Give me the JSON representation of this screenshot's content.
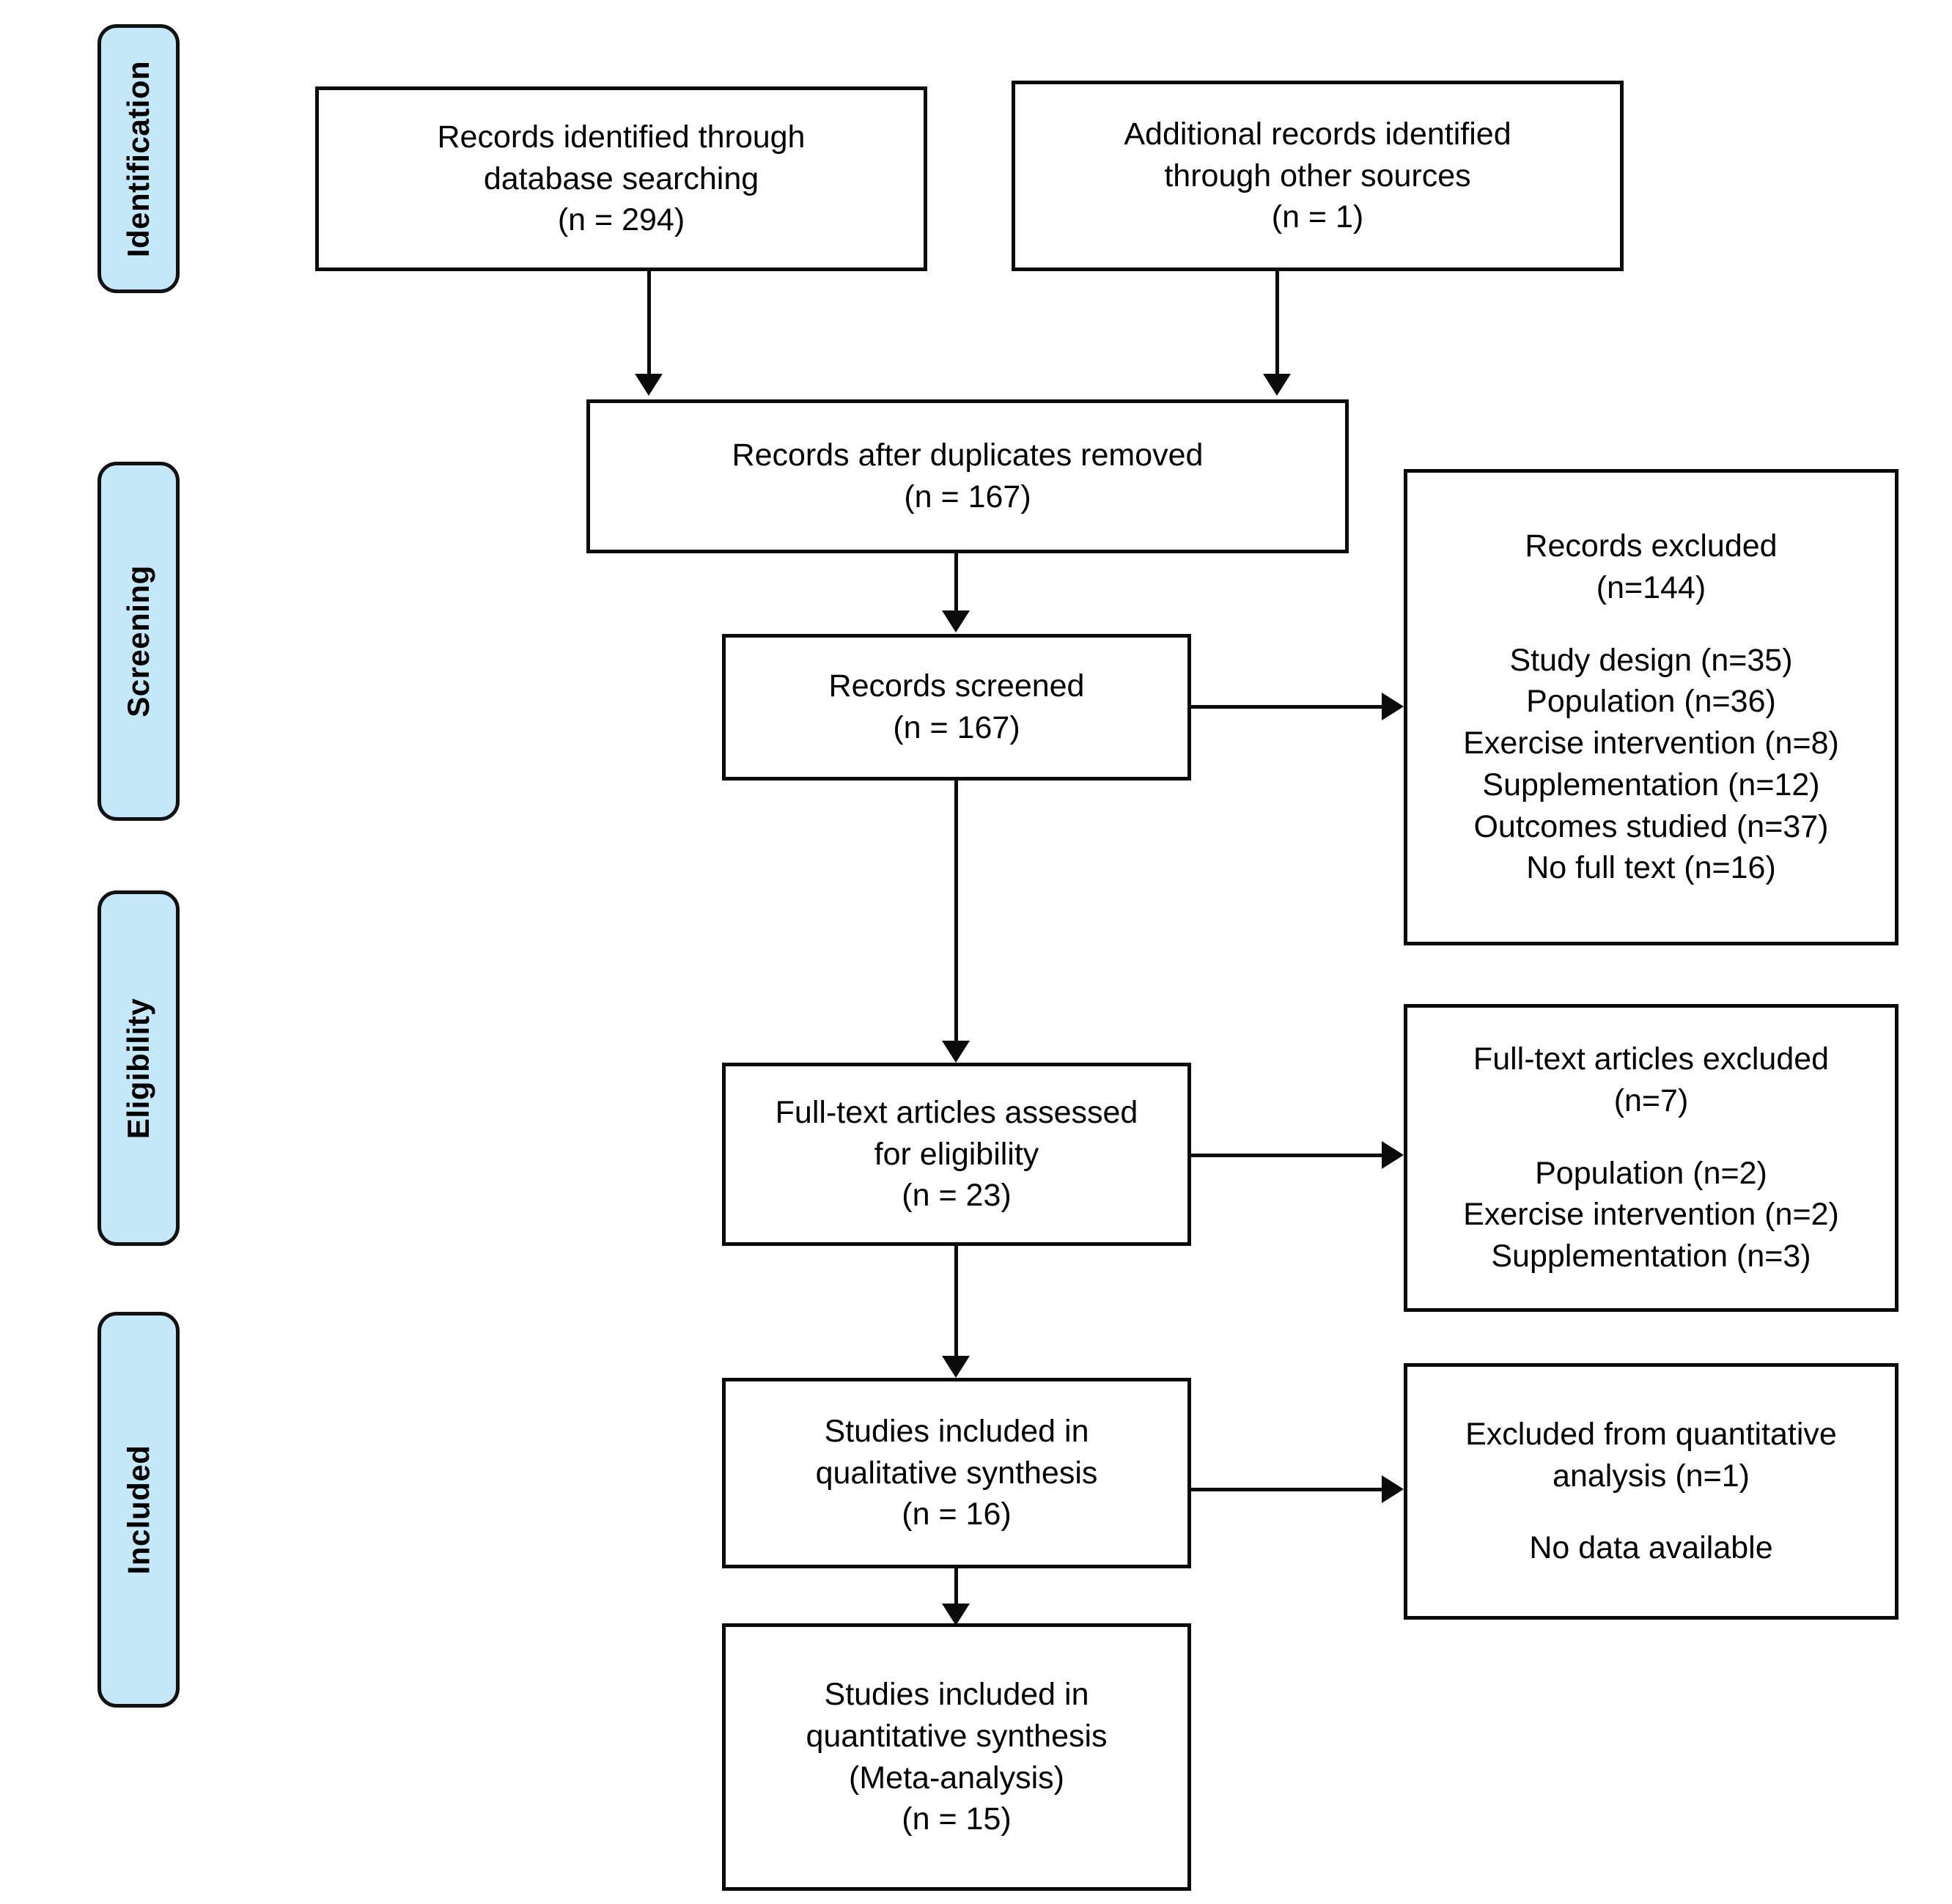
{
  "diagram": {
    "title": "PRISMA flow diagram",
    "accent_color": "#c5e8f9",
    "line_color": "#0b0b0b",
    "box_fill": "#ffffff"
  },
  "stages": [
    {
      "id": "identification",
      "label": "Identification"
    },
    {
      "id": "screening",
      "label": "Screening"
    },
    {
      "id": "eligibility",
      "label": "Eligibility"
    },
    {
      "id": "included",
      "label": "Included"
    }
  ],
  "boxes": {
    "records_database": {
      "line1": "Records identified through",
      "line2": "database searching",
      "line3": "(n = 294)"
    },
    "records_other": {
      "line1": "Additional records identified",
      "line2": "through other sources",
      "line3": "(n = 1)"
    },
    "duplicates_removed": {
      "line1": "Records after duplicates removed",
      "line2": "(n = 167)"
    },
    "records_screened": {
      "line1": "Records screened",
      "line2": "(n = 167)"
    },
    "records_excluded": {
      "line1": "Records excluded",
      "line2": "(n=144)",
      "reason1": "Study design (n=35)",
      "reason2": "Population (n=36)",
      "reason3": "Exercise intervention (n=8)",
      "reason4": "Supplementation (n=12)",
      "reason5": "Outcomes studied (n=37)",
      "reason6": "No full text (n=16)"
    },
    "fulltext_assessed": {
      "line1": "Full-text articles assessed",
      "line2": "for eligibility",
      "line3": "(n = 23)"
    },
    "fulltext_excluded": {
      "line1": "Full-text articles excluded",
      "line2": "(n=7)",
      "reason1": "Population (n=2)",
      "reason2": "Exercise intervention (n=2)",
      "reason3": "Supplementation (n=3)"
    },
    "qualitative_synthesis": {
      "line1": "Studies included in",
      "line2": "qualitative synthesis",
      "line3": "(n = 16)"
    },
    "excluded_quantitative": {
      "line1": "Excluded from quantitative",
      "line2": "analysis (n=1)",
      "line3": "No data available"
    },
    "quantitative_synthesis": {
      "line1": "Studies included in",
      "line2": "quantitative synthesis",
      "line3": "(Meta-analysis)",
      "line4": "(n = 15)"
    }
  },
  "chart_data": {
    "type": "diagram",
    "title": "PRISMA flow diagram",
    "nodes": [
      {
        "id": "records_database",
        "stage": "Identification",
        "label": "Records identified through database searching",
        "n": 294
      },
      {
        "id": "records_other",
        "stage": "Identification",
        "label": "Additional records identified through other sources",
        "n": 1
      },
      {
        "id": "duplicates_removed",
        "stage": "Screening",
        "label": "Records after duplicates removed",
        "n": 167
      },
      {
        "id": "records_screened",
        "stage": "Screening",
        "label": "Records screened",
        "n": 167
      },
      {
        "id": "records_excluded",
        "stage": "Screening",
        "label": "Records excluded",
        "n": 144,
        "breakdown": [
          {
            "reason": "Study design",
            "n": 35
          },
          {
            "reason": "Population",
            "n": 36
          },
          {
            "reason": "Exercise intervention",
            "n": 8
          },
          {
            "reason": "Supplementation",
            "n": 12
          },
          {
            "reason": "Outcomes studied",
            "n": 37
          },
          {
            "reason": "No full text",
            "n": 16
          }
        ]
      },
      {
        "id": "fulltext_assessed",
        "stage": "Eligibility",
        "label": "Full-text articles assessed for eligibility",
        "n": 23
      },
      {
        "id": "fulltext_excluded",
        "stage": "Eligibility",
        "label": "Full-text articles excluded",
        "n": 7,
        "breakdown": [
          {
            "reason": "Population",
            "n": 2
          },
          {
            "reason": "Exercise intervention",
            "n": 2
          },
          {
            "reason": "Supplementation",
            "n": 3
          }
        ]
      },
      {
        "id": "qualitative_synthesis",
        "stage": "Included",
        "label": "Studies included in qualitative synthesis",
        "n": 16
      },
      {
        "id": "excluded_quantitative",
        "stage": "Included",
        "label": "Excluded from quantitative analysis - No data available",
        "n": 1
      },
      {
        "id": "quantitative_synthesis",
        "stage": "Included",
        "label": "Studies included in quantitative synthesis (Meta-analysis)",
        "n": 15
      }
    ],
    "edges": [
      {
        "from": "records_database",
        "to": "duplicates_removed"
      },
      {
        "from": "records_other",
        "to": "duplicates_removed"
      },
      {
        "from": "duplicates_removed",
        "to": "records_screened"
      },
      {
        "from": "records_screened",
        "to": "records_excluded"
      },
      {
        "from": "records_screened",
        "to": "fulltext_assessed"
      },
      {
        "from": "fulltext_assessed",
        "to": "fulltext_excluded"
      },
      {
        "from": "fulltext_assessed",
        "to": "qualitative_synthesis"
      },
      {
        "from": "qualitative_synthesis",
        "to": "excluded_quantitative"
      },
      {
        "from": "qualitative_synthesis",
        "to": "quantitative_synthesis"
      }
    ]
  }
}
